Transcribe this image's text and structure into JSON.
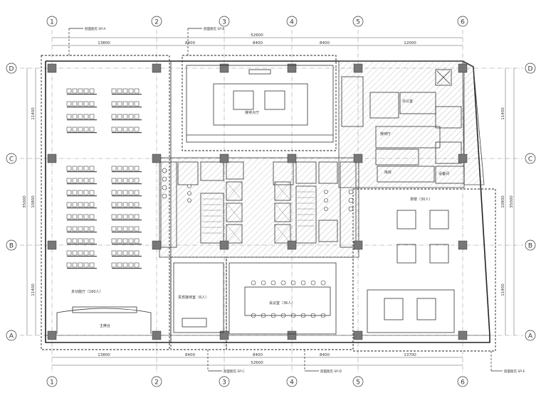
{
  "grid": {
    "columns": [
      "1",
      "2",
      "3",
      "4",
      "5",
      "6"
    ],
    "rows": [
      "D",
      "C",
      "B",
      "A"
    ]
  },
  "dimensions": {
    "overall": "52600",
    "top_segments": [
      "13800",
      "8400",
      "8400",
      "8400",
      "12000"
    ],
    "bottom_segments": [
      "13800",
      "8400",
      "8400",
      "8400",
      "13700"
    ],
    "left_overall": "35000",
    "left_segments": [
      "11400",
      "10800",
      "11400"
    ],
    "right_overall": "35000",
    "right_segments": [
      "11400",
      "10800",
      "11400"
    ]
  },
  "rooms": {
    "lecture_hall": "多功能厅（180人）",
    "stage": "主席台",
    "lobby": "接待大厅",
    "meeting_room": "会议室（36人）",
    "small_meeting": "贵宾接待室（6人）",
    "lounge": "茶歇（30人）",
    "reception": "接待厅",
    "office": "办公室",
    "storage": "库房",
    "equipment": "设备间"
  },
  "section_tags": [
    "剖面图见 SP-A",
    "剖面图见 SP-B",
    "剖面图见 SP-C",
    "剖面图见 SP-D",
    "剖面图见 SP-E"
  ]
}
